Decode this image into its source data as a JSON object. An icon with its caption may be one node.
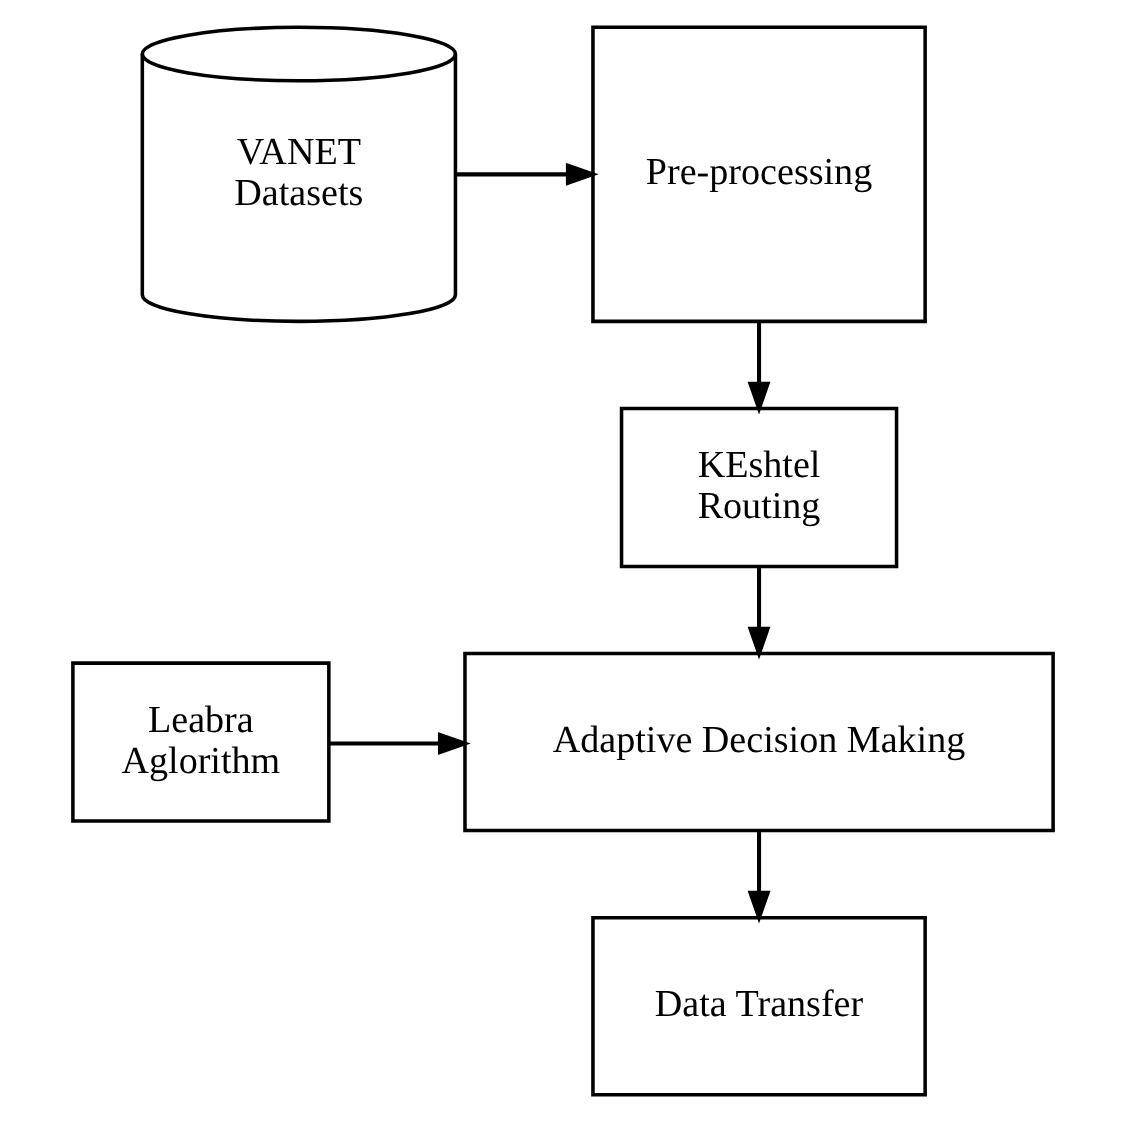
{
  "diagram": {
    "nodes": [
      {
        "text": [
          "VANET Datasets"
        ]
      },
      {
        "text": [
          "Pre-processing"
        ]
      },
      {
        "text": [
          "KEshtel Routing"
        ]
      },
      {
        "text": [
          "Leabra Aglorithm"
        ]
      },
      {
        "text": [
          "Adaptive Decision Making"
        ]
      },
      {
        "text": [
          "Data Transfer"
        ]
      }
    ],
    "edges": [
      {
        "from": 0,
        "to": 1,
        "arrow": "to"
      },
      {
        "from": 1,
        "to": 2,
        "arrow": "to"
      },
      {
        "from": 2,
        "to": 4,
        "arrow": "to"
      },
      {
        "from": 3,
        "to": 4,
        "arrow": "to"
      },
      {
        "from": 4,
        "to": 5,
        "arrow": "to"
      }
    ]
  }
}
